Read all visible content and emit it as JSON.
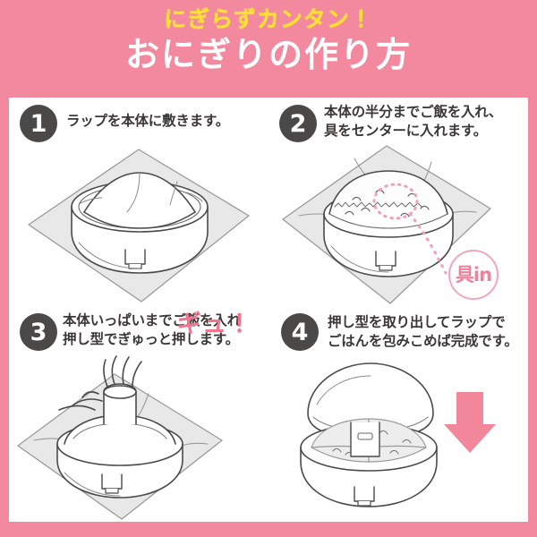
{
  "theme": {
    "frame_pink": "#f3899f",
    "header_pink": "#f3899f",
    "subtitle_yellow": "#ffe133",
    "title_white": "#ffffff",
    "step_circle_gray": "#4b4948",
    "body_text_gray": "#3b3938",
    "accent_pink": "#f2809b",
    "arrow_pink": "#f2879b",
    "card_white": "#ffffff"
  },
  "header": {
    "subtitle": "にぎらずカンタン！",
    "title": "おにぎりの作り方"
  },
  "steps": [
    {
      "number": "1",
      "lines": [
        "ラップを本体に敷きます。"
      ],
      "illustration": "wrap-laid-in-mold-base"
    },
    {
      "number": "2",
      "lines": [
        "本体の半分までご飯を入れ、",
        "具をセンターに入れます。"
      ],
      "illustration": "mold-half-filled-with-rice",
      "badge": "具in"
    },
    {
      "number": "3",
      "lines": [
        "本体いっぱいまでご飯を入れ",
        "押し型でぎゅっと押します。"
      ],
      "illustration": "hand-pressing-press-mold",
      "annotation": "ギュ！"
    },
    {
      "number": "4",
      "lines": [
        "押し型を取り出してラップで",
        "ごはんを包みこめば完成です。"
      ],
      "illustration": "press-mold-lifted-showing-onigiri",
      "arrow": "down-arrow"
    }
  ]
}
